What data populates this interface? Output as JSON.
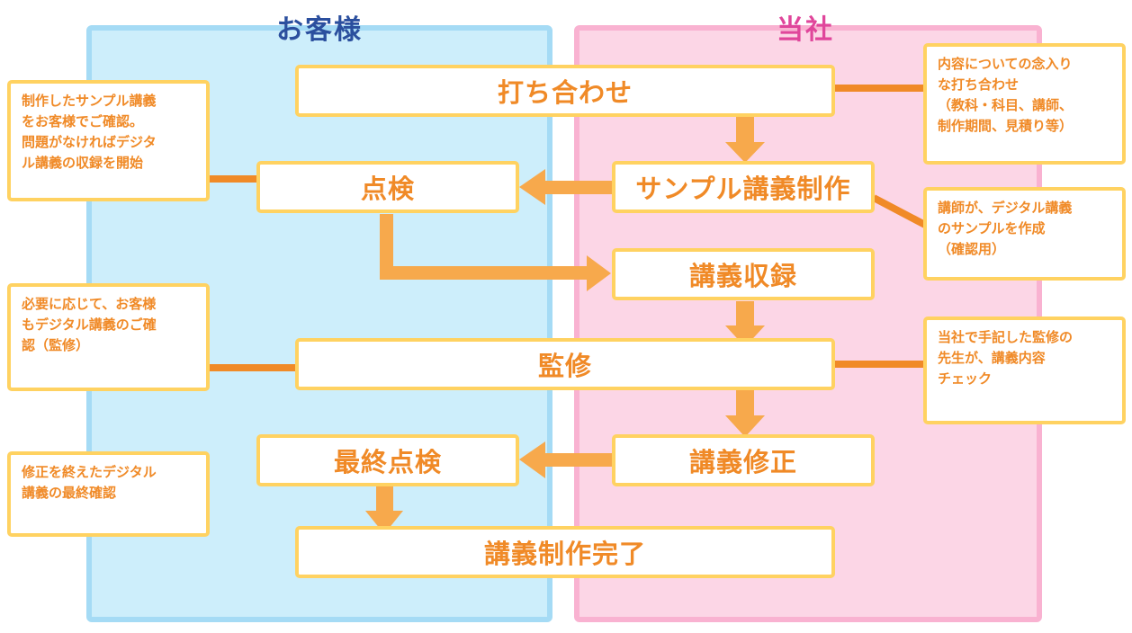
{
  "lanes": {
    "customer": "お客様",
    "company": "当社"
  },
  "steps": {
    "meeting": "打ち合わせ",
    "sample": "サンプル講義制作",
    "inspection": "点検",
    "recording": "講義収録",
    "supervision": "監修",
    "revision": "講義修正",
    "final_check": "最終点検",
    "complete": "講義制作完了"
  },
  "notes": {
    "meeting_note": "内容についての念入り\nな打ち合わせ\n（教科・科目、講師、\n制作期間、見積り等）",
    "sample_note": "講師が、デジタル講義\nのサンプルを作成\n（確認用）",
    "inspection_note": "制作したサンプル講義\nをお客様でご確認。\n問題がなければデジタ\nル講義の収録を開始",
    "supervision_customer_note": "必要に応じて、お客様\nもデジタル講義のご確\n認（監修）",
    "supervision_company_note": "当社で手記した監修の\n先生が、講義内容\nチェック",
    "final_note": "修正を終えたデジタル\n講義の最終確認"
  },
  "colors": {
    "customer_lane_fill": "#cdeefb",
    "customer_lane_border": "#a5dbf5",
    "company_lane_fill": "#fcd6e6",
    "company_lane_border": "#f9b2d1",
    "box_border": "#ffd261",
    "text_orange": "#f08a27",
    "arrow": "#f7a94c",
    "connector": "#f08a27",
    "customer_title": "#2b4f9e",
    "company_title": "#e0469b"
  }
}
